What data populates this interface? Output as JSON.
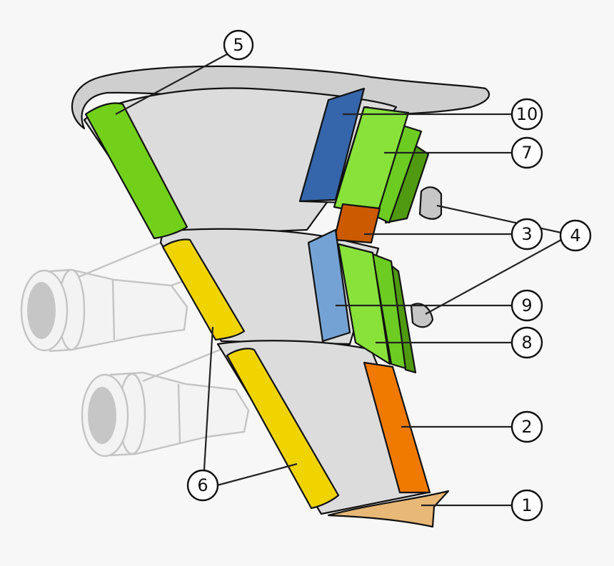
{
  "callouts": [
    {
      "id": "c5",
      "label": "5"
    },
    {
      "id": "c10",
      "label": "10"
    },
    {
      "id": "c7",
      "label": "7"
    },
    {
      "id": "c3",
      "label": "3"
    },
    {
      "id": "c4",
      "label": "4"
    },
    {
      "id": "c9",
      "label": "9"
    },
    {
      "id": "c8",
      "label": "8"
    },
    {
      "id": "c2",
      "label": "2"
    },
    {
      "id": "c6",
      "label": "6"
    },
    {
      "id": "c1",
      "label": "1"
    }
  ],
  "colors": {
    "wing_surface": "#dcdcdc",
    "fuselage_fairing": "#cfcfcf",
    "wingtip_device": "#e8b877",
    "aileron": "#f07a00",
    "spoiler_dark_orange": "#cc5a00",
    "slat_yellow": "#f0d400",
    "krueger_flap_green": "#72d01a",
    "flap_light_green": "#88e23a",
    "flap_mid_green": "#6ccc22",
    "flap_dark_green": "#4f9a10",
    "spoiler_light_blue": "#74a2d4",
    "spoiler_dark_blue": "#3565aa",
    "engine_ghost_outline": "#c4c4c4"
  }
}
